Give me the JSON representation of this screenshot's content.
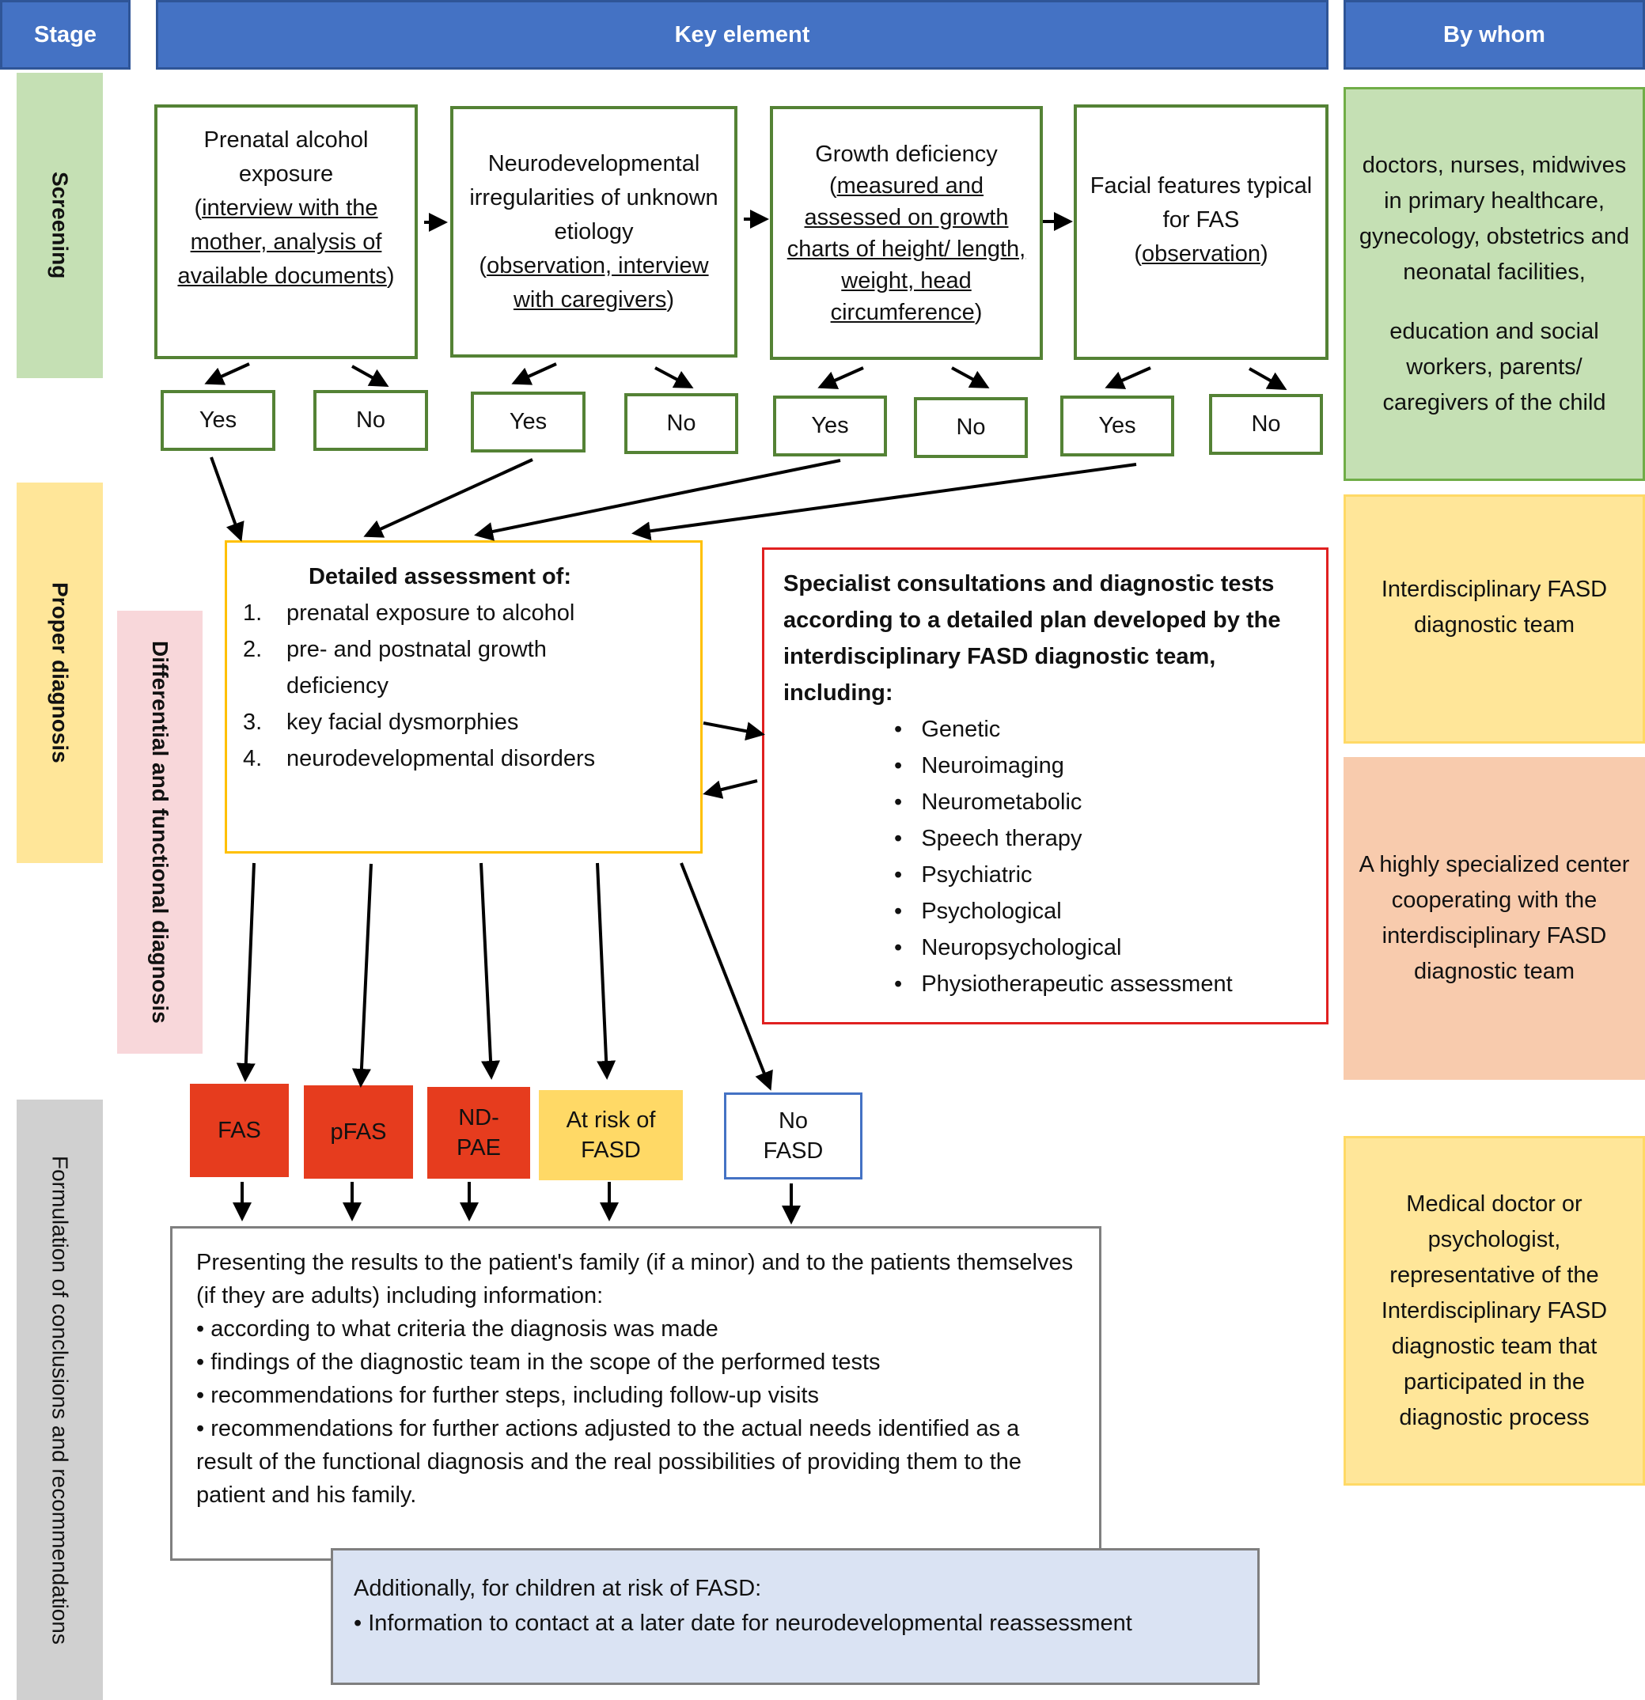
{
  "headers": {
    "stage": "Stage",
    "key": "Key element",
    "who": "By whom"
  },
  "stages": {
    "screening": "Screening",
    "proper": "Proper diagnosis",
    "differential": "Differential and functional diagnosis",
    "formulation": "Formulation of conclusions and recommendations"
  },
  "screening": [
    {
      "title": "Prenatal alcohol exposure",
      "detail": "interview with the mother, analysis of available documents"
    },
    {
      "title": "Neurodevelopmental irregularities of unknown etiology",
      "detail": "observation, interview with caregivers"
    },
    {
      "title": "Growth deficiency",
      "detail": "measured and assessed on growth charts of height/ length, weight, head circumference"
    },
    {
      "title": "Facial features typical for FAS",
      "detail": "observation"
    }
  ],
  "yes": "Yes",
  "no": "No",
  "detailed": {
    "title": "Detailed assessment of:",
    "items": [
      {
        "n": "1.",
        "t": "prenatal exposure to alcohol"
      },
      {
        "n": "2.",
        "t": "pre- and postnatal growth deficiency"
      },
      {
        "n": "3.",
        "t": "key facial dysmorphies"
      },
      {
        "n": "4.",
        "t": "neurodevelopmental disorders"
      }
    ]
  },
  "specialist": {
    "title": "Specialist consultations and diagnostic tests according to a detailed plan developed by the interdisciplinary FASD diagnostic team, including:",
    "items": [
      "Genetic",
      "Neuroimaging",
      "Neurometabolic",
      "Speech therapy",
      "Psychiatric",
      "Psychological",
      "Neuropsychological",
      "Physiotherapeutic assessment"
    ]
  },
  "outcomes": [
    "FAS",
    "pFAS",
    "ND-PAE",
    "At risk of FASD",
    "No FASD"
  ],
  "colors": {
    "red": "#e63c1e",
    "amber": "#ffd966",
    "blue": "#4472c4"
  },
  "presenting": {
    "intro": "Presenting the results to the patient's family (if a minor) and to the patients themselves (if they are adults) including information:",
    "items": [
      "according to what criteria the diagnosis was made",
      "findings of the diagnostic team in the scope of the performed tests",
      "recommendations for further steps, including follow-up visits",
      "recommendations for further actions adjusted to the actual needs identified as a result of the functional diagnosis and the real possibilities of providing them to the patient and his family."
    ]
  },
  "additional": {
    "intro": "Additionally, for children at risk of FASD:",
    "item": "Information to contact at a later date for neurodevelopmental reassessment"
  },
  "who": {
    "screening1": "doctors, nurses, midwives in primary healthcare, gynecology, obstetrics and neonatal facilities,",
    "screening2": "education and social workers, parents/ caregivers of the child",
    "proper": "Interdisciplinary FASD diagnostic team",
    "specialist": "A highly specialized center cooperating with the interdisciplinary FASD diagnostic team",
    "formulation": "Medical doctor or psychologist, representative of the Interdisciplinary FASD diagnostic team that participated in the diagnostic process"
  }
}
